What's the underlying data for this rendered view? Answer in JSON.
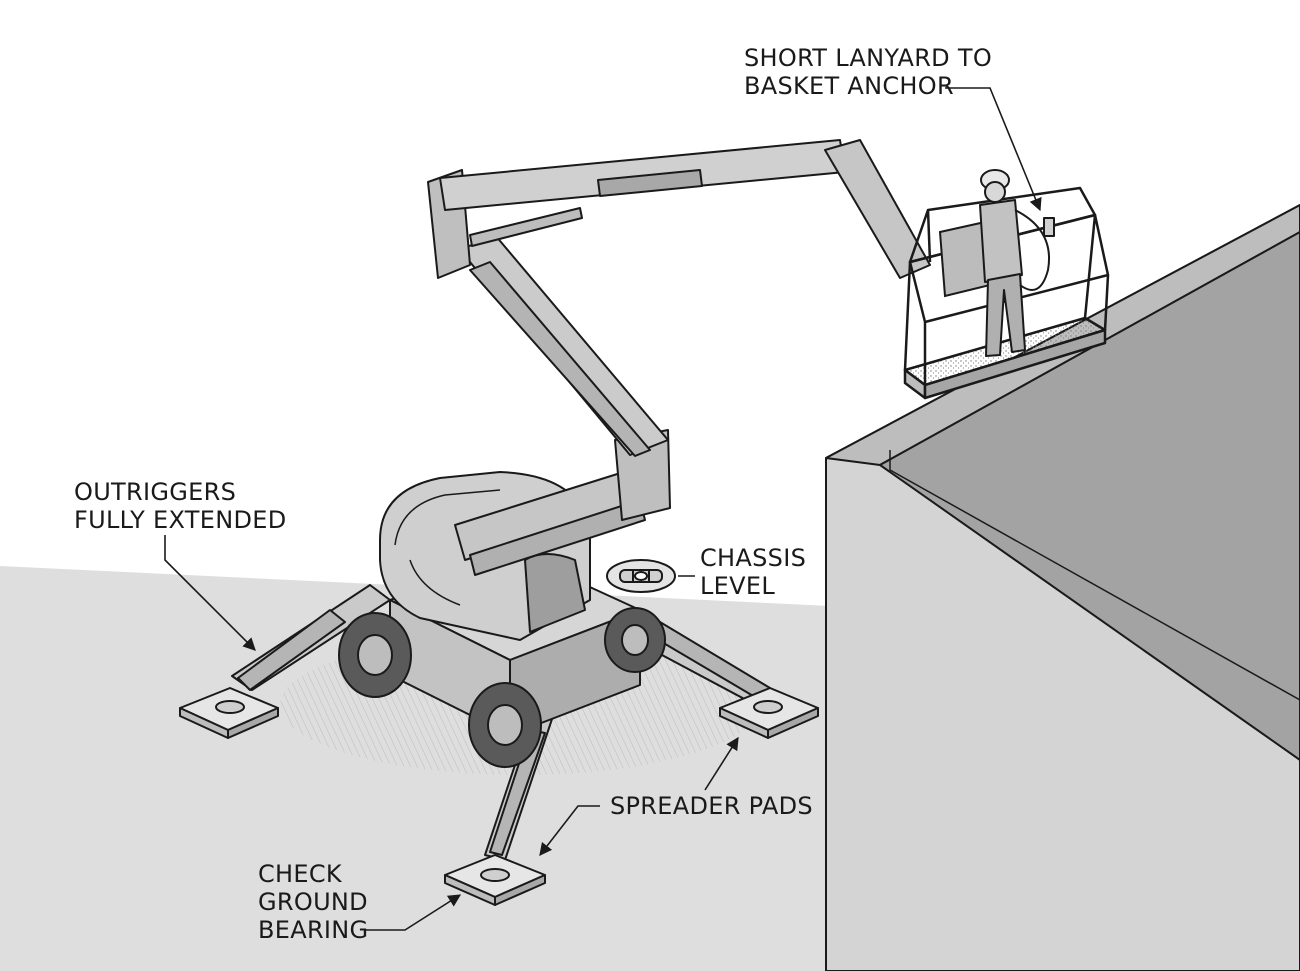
{
  "labels": {
    "lanyard": [
      "SHORT LANYARD TO",
      "BASKET ANCHOR"
    ],
    "outriggers": [
      "OUTRIGGERS",
      "FULLY EXTENDED"
    ],
    "chassis": [
      "CHASSIS",
      "LEVEL"
    ],
    "spreader": [
      "SPREADER PADS"
    ],
    "ground": [
      "CHECK",
      "GROUND",
      "BEARING"
    ]
  },
  "colors": {
    "ink": "#1a1a1a",
    "ground": "#dcdcdc",
    "metal": "#c9c9c9",
    "metal_dark": "#a8a8a8",
    "building": "#d2d2d2",
    "roof": "#9a9a9a"
  }
}
